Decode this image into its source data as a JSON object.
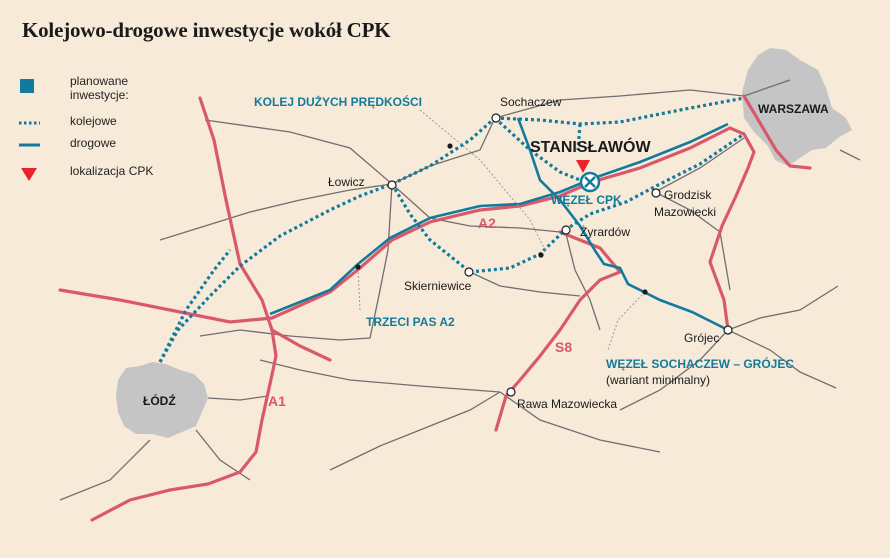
{
  "title": "Kolejowo-drogowe inwestycje wokół CPK",
  "legend": {
    "investments": "planowane inwestycje:",
    "rail": "kolejowe",
    "road": "drogowe",
    "cpk": "lokalizacja CPK"
  },
  "colors": {
    "background": "#f8ead9",
    "blue": "#127b9d",
    "road_red": "#d9596b",
    "city_gray": "#c5c5c5",
    "minor_road": "#6f6f6f",
    "marker_red": "#e8222e"
  },
  "cities": {
    "warszawa": "WARSZAWA",
    "lodz": "ŁÓDŹ",
    "sochaczew": "Sochaczew",
    "lowicz": "Łowicz",
    "skierniewice": "Skierniewice",
    "zyrardow": "Żyrardów",
    "grodzisk_1": "Grodzisk",
    "grodzisk_2": "Mazowiecki",
    "grojec": "Grójec",
    "rawa": "Rawa Mazowiecka",
    "stanislawow": "STANISŁAWÓW"
  },
  "annotations": {
    "kdp": "KOLEJ DUŻYCH PRĘDKOŚCI",
    "a2_third_lane": "TRZECI PAS A2",
    "wezel_cpk": "WĘZEŁ CPK",
    "wezel_sg": "WĘZEŁ SOCHACZEW – GRÓJEC",
    "wariant": "(wariant minimalny)"
  },
  "roads": {
    "a2": "A2",
    "a1": "A1",
    "s8": "S8"
  }
}
